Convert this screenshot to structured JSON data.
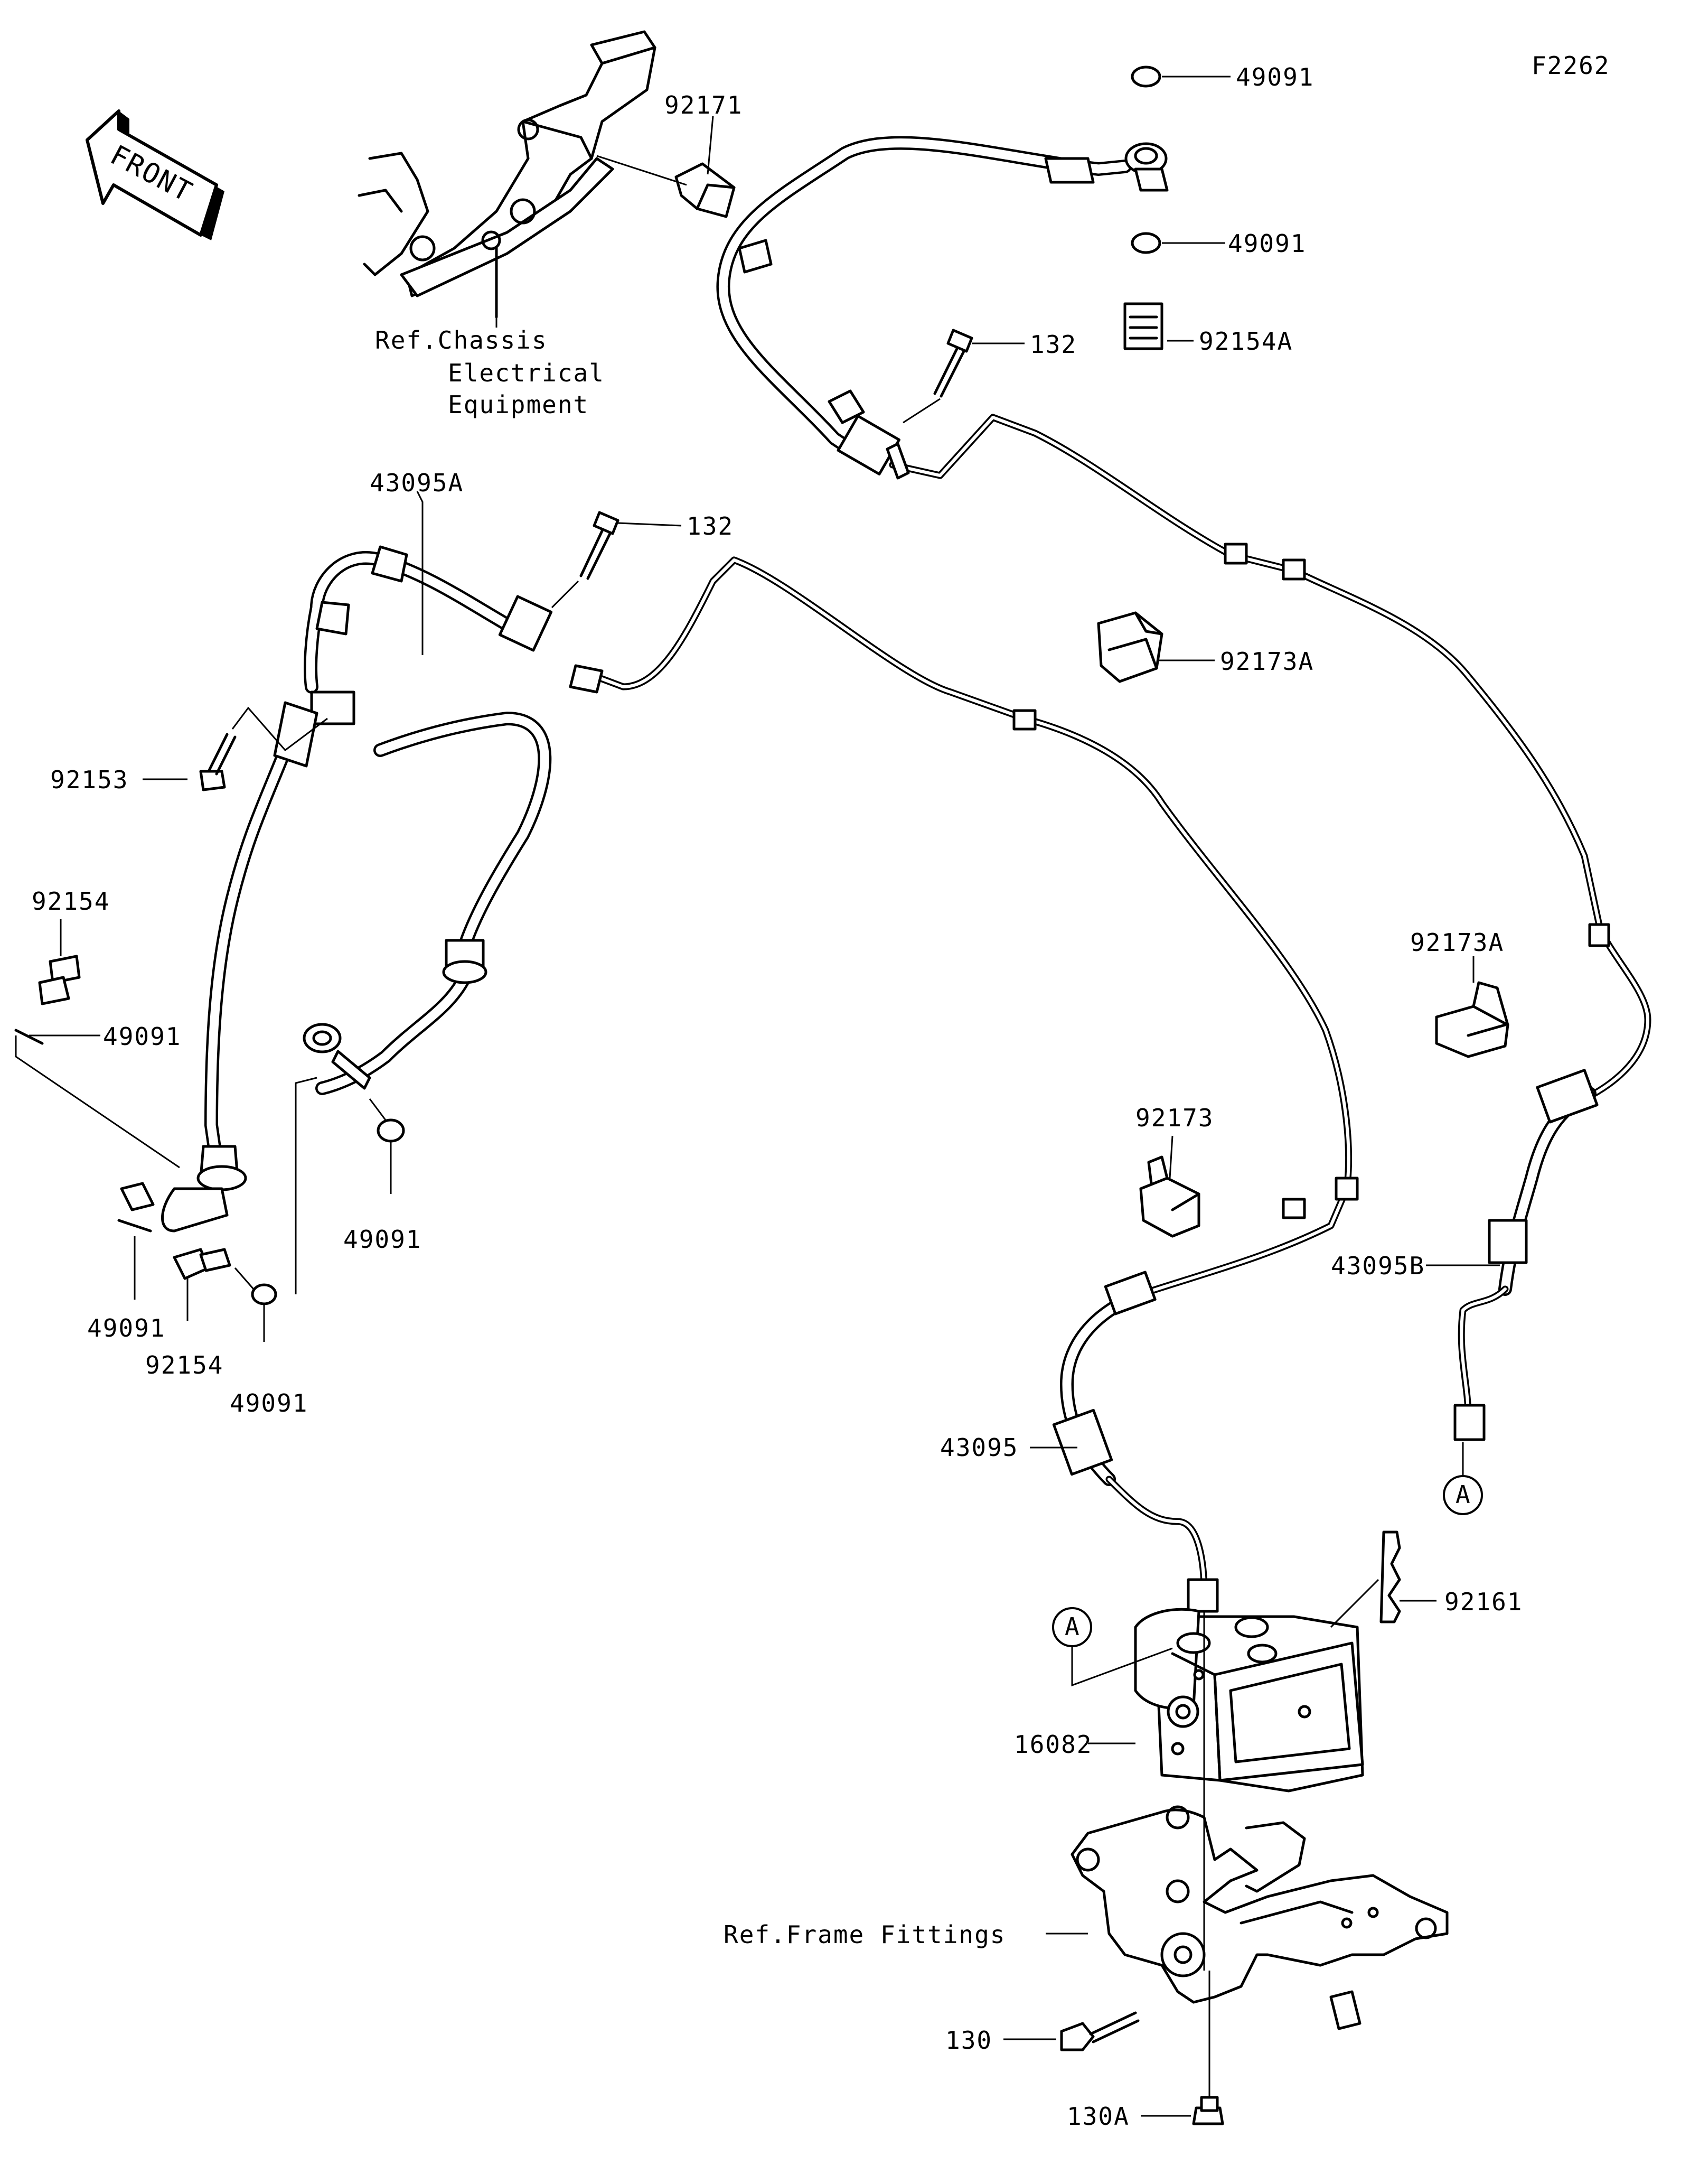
{
  "diagram_id": "F2262",
  "front_label": "FRONT",
  "refs": {
    "chassis_line1": "Ref.Chassis",
    "chassis_line2": "Electrical",
    "chassis_line3": "Equipment",
    "frame": "Ref.Frame Fittings"
  },
  "callouts": {
    "c92171": "92171",
    "c49091_top1": "49091",
    "c49091_top2": "49091",
    "c132_a": "132",
    "c92154A": "92154A",
    "c43095A": "43095A",
    "c132_b": "132",
    "c92173A_a": "92173A",
    "c92153": "92153",
    "c92154_a": "92154",
    "c49091_left": "49091",
    "c92173A_b": "92173A",
    "c92173": "92173",
    "c49091_mid": "49091",
    "c49091_bl": "49091",
    "c92154_b": "92154",
    "c49091_b": "49091",
    "c43095B": "43095B",
    "c43095": "43095",
    "c92161": "92161",
    "c16082": "16082",
    "c130": "130",
    "c130A": "130A"
  },
  "connector_marks": {
    "a1": "A",
    "a2": "A"
  }
}
